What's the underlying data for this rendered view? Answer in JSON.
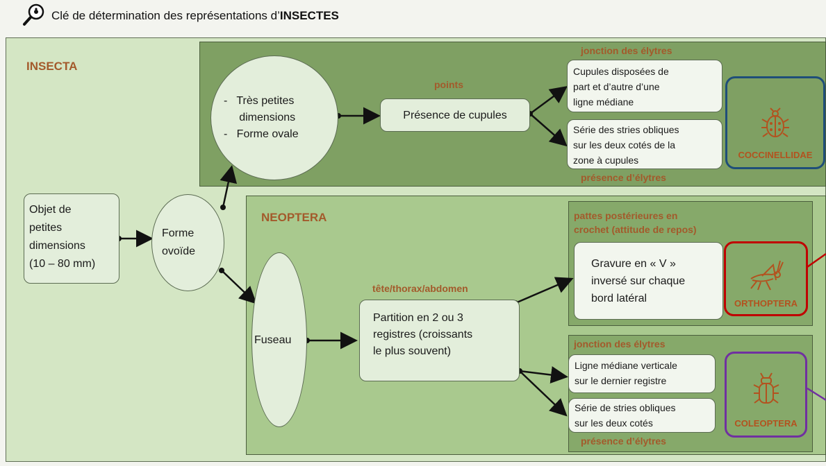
{
  "header": {
    "title_prefix": "Clé de détermination des représentations d’",
    "title_bold": "INSECTES"
  },
  "groups": {
    "insecta": "INSECTA",
    "neoptera": "NEOPTERA"
  },
  "nodes": {
    "start": [
      "Objet de",
      "petites",
      "dimensions",
      "(10 – 80 mm)"
    ],
    "ovoid": [
      "Forme",
      "ovoïde"
    ],
    "small_oval": [
      "-   Très petites",
      "     dimensions",
      "-   Forme ovale"
    ],
    "cupules": "Présence de cupules",
    "cupules_median": [
      "Cupules disposées de",
      "part et d’autre d’une",
      "ligne médiane"
    ],
    "oblique_cupules": [
      "Série des stries obliques",
      "sur les deux cotés de la",
      "zone à cupules"
    ],
    "fuseau": "Fuseau",
    "partition": [
      "Partition en 2 ou 3",
      "registres (croissants",
      "le plus souvent)"
    ],
    "gravure": [
      "Gravure en « V »",
      "inversé sur chaque",
      "bord latéral"
    ],
    "ligne_mediane": [
      "Ligne médiane verticale",
      "sur le dernier registre"
    ],
    "stries": [
      "Série de stries obliques",
      "sur les deux cotés"
    ]
  },
  "labels": {
    "points": "points",
    "jonction1": "jonction des élytres",
    "presence1": "présence d’élytres",
    "tete": "tête/thorax/abdomen",
    "pattes": [
      "pattes postérieures en",
      "crochet (attitude de repos)"
    ],
    "jonction2": "jonction des élytres",
    "presence2": "présence d’élytres"
  },
  "taxa": {
    "coccinellidae": {
      "name": "COCCINELLIDAE",
      "border": "#1f4e79",
      "icon": "ladybug-icon"
    },
    "orthoptera": {
      "name": "ORTHOPTERA",
      "border": "#c00000",
      "icon": "grasshopper-icon"
    },
    "coleoptera": {
      "name": "COLEOPTERA",
      "border": "#7030a0",
      "icon": "beetle-icon"
    }
  },
  "colors": {
    "label": "#a35a2b",
    "taxon_text": "#b3521f",
    "icon": "#b3521f"
  }
}
